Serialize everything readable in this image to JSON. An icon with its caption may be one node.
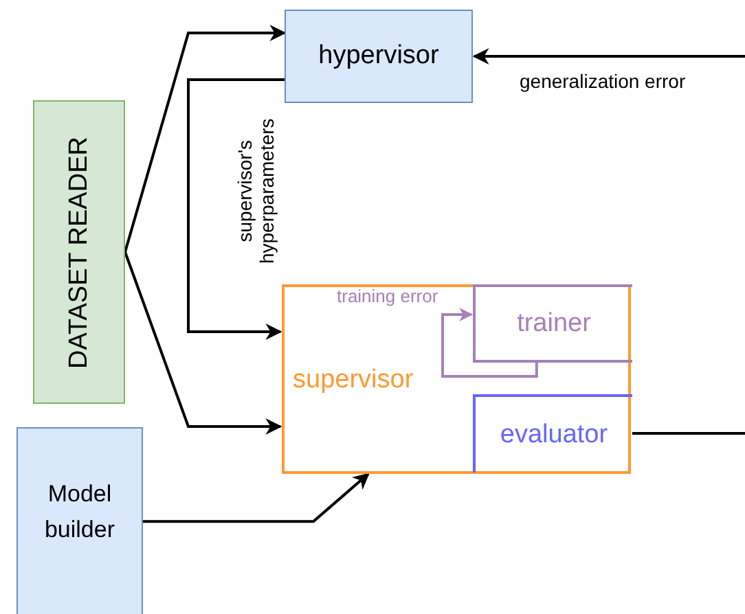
{
  "diagram": {
    "nodes": [
      {
        "text": [
          "hypervisor"
        ]
      },
      {
        "text": [
          "DATASET READER"
        ]
      },
      {
        "text": [
          "supervisor"
        ]
      },
      {
        "text": [
          "trainer"
        ],
        "in": 2
      },
      {
        "text": [
          "evaluator"
        ],
        "in": 2
      },
      {
        "text": [
          "Model builder"
        ]
      }
    ],
    "edges": [
      {
        "from": 1,
        "to": 0,
        "arrow": "to"
      },
      {
        "from": 0,
        "to": 2,
        "arrow": "to",
        "label": "supervisor's hyperparameters"
      },
      {
        "from": 1,
        "to": 2,
        "arrow": "to"
      },
      {
        "from": 5,
        "to": 2,
        "arrow": "to"
      },
      {
        "from": 3,
        "to": 3,
        "arrow": "to",
        "label": "training error",
        "color": "#a680b8"
      },
      {
        "from": 4,
        "to": null,
        "arrow": "none"
      },
      {
        "from": null,
        "to": 0,
        "arrow": "to",
        "label": "generalization error"
      }
    ]
  }
}
